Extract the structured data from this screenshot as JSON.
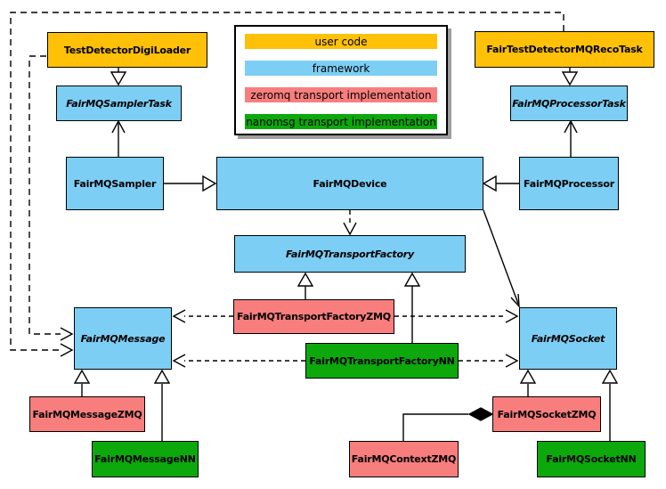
{
  "colors": {
    "user_code": "#FFC107",
    "framework": "#7DCEF4",
    "zeromq": "#F87E7E",
    "nanomsg": "#0CA80C",
    "line": "#000000",
    "background": "#FFFFFF"
  },
  "legend": {
    "items": [
      {
        "label": "user code",
        "color": "#FFC107"
      },
      {
        "label": "framework",
        "color": "#7DCEF4"
      },
      {
        "label": "zeromq transport implementation",
        "color": "#F87E7E"
      },
      {
        "label": "nanomsg transport implementation",
        "color": "#0CA80C"
      }
    ]
  },
  "nodes": {
    "testDetectorDigiLoader": {
      "label": "TestDetectorDigiLoader",
      "category": "user code",
      "abstract": false
    },
    "fairTestDetectorMQRecoTask": {
      "label": "FairTestDetectorMQRecoTask",
      "category": "user code",
      "abstract": false
    },
    "fairMQSamplerTask": {
      "label": "FairMQSamplerTask",
      "category": "framework",
      "abstract": true
    },
    "fairMQProcessorTask": {
      "label": "FairMQProcessorTask",
      "category": "framework",
      "abstract": true
    },
    "fairMQSampler": {
      "label": "FairMQSampler",
      "category": "framework",
      "abstract": false
    },
    "fairMQDevice": {
      "label": "FairMQDevice",
      "category": "framework",
      "abstract": false
    },
    "fairMQProcessor": {
      "label": "FairMQProcessor",
      "category": "framework",
      "abstract": false
    },
    "fairMQTransportFactory": {
      "label": "FairMQTransportFactory",
      "category": "framework",
      "abstract": true
    },
    "fairMQTransportFactoryZMQ": {
      "label": "FairMQTransportFactoryZMQ",
      "category": "zeromq transport implementation",
      "abstract": false
    },
    "fairMQTransportFactoryNN": {
      "label": "FairMQTransportFactoryNN",
      "category": "nanomsg transport implementation",
      "abstract": false
    },
    "fairMQMessage": {
      "label": "FairMQMessage",
      "category": "framework",
      "abstract": true
    },
    "fairMQSocket": {
      "label": "FairMQSocket",
      "category": "framework",
      "abstract": true
    },
    "fairMQMessageZMQ": {
      "label": "FairMQMessageZMQ",
      "category": "zeromq transport implementation",
      "abstract": false
    },
    "fairMQMessageNN": {
      "label": "FairMQMessageNN",
      "category": "nanomsg transport implementation",
      "abstract": false
    },
    "fairMQContextZMQ": {
      "label": "FairMQContextZMQ",
      "category": "zeromq transport implementation",
      "abstract": false
    },
    "fairMQSocketZMQ": {
      "label": "FairMQSocketZMQ",
      "category": "zeromq transport implementation",
      "abstract": false
    },
    "fairMQSocketNN": {
      "label": "FairMQSocketNN",
      "category": "nanomsg transport implementation",
      "abstract": false
    }
  },
  "edges": [
    {
      "from": "TestDetectorDigiLoader",
      "to": "FairMQSamplerTask",
      "type": "inheritance"
    },
    {
      "from": "FairMQSampler",
      "to": "FairMQSamplerTask",
      "type": "association"
    },
    {
      "from": "FairTestDetectorMQRecoTask",
      "to": "FairMQProcessorTask",
      "type": "inheritance"
    },
    {
      "from": "FairMQProcessor",
      "to": "FairMQProcessorTask",
      "type": "association"
    },
    {
      "from": "FairMQSampler",
      "to": "FairMQDevice",
      "type": "inheritance"
    },
    {
      "from": "FairMQProcessor",
      "to": "FairMQDevice",
      "type": "inheritance"
    },
    {
      "from": "FairMQDevice",
      "to": "FairMQTransportFactory",
      "type": "dependency"
    },
    {
      "from": "FairMQDevice",
      "to": "FairMQSocket",
      "type": "association"
    },
    {
      "from": "FairMQTransportFactoryZMQ",
      "to": "FairMQTransportFactory",
      "type": "inheritance"
    },
    {
      "from": "FairMQTransportFactoryNN",
      "to": "FairMQTransportFactory",
      "type": "inheritance"
    },
    {
      "from": "FairMQTransportFactoryZMQ",
      "to": "FairMQMessage",
      "type": "dependency"
    },
    {
      "from": "FairMQTransportFactoryZMQ",
      "to": "FairMQSocket",
      "type": "dependency"
    },
    {
      "from": "FairMQTransportFactoryNN",
      "to": "FairMQMessage",
      "type": "dependency"
    },
    {
      "from": "FairMQTransportFactoryNN",
      "to": "FairMQSocket",
      "type": "dependency"
    },
    {
      "from": "TestDetectorDigiLoader",
      "to": "FairMQMessage",
      "type": "dependency"
    },
    {
      "from": "FairTestDetectorMQRecoTask",
      "to": "FairMQMessage",
      "type": "dependency"
    },
    {
      "from": "FairMQMessageZMQ",
      "to": "FairMQMessage",
      "type": "inheritance"
    },
    {
      "from": "FairMQMessageNN",
      "to": "FairMQMessage",
      "type": "inheritance"
    },
    {
      "from": "FairMQSocketZMQ",
      "to": "FairMQSocket",
      "type": "inheritance"
    },
    {
      "from": "FairMQSocketNN",
      "to": "FairMQSocket",
      "type": "inheritance"
    },
    {
      "from": "FairMQSocketZMQ",
      "to": "FairMQContextZMQ",
      "type": "composition"
    }
  ]
}
